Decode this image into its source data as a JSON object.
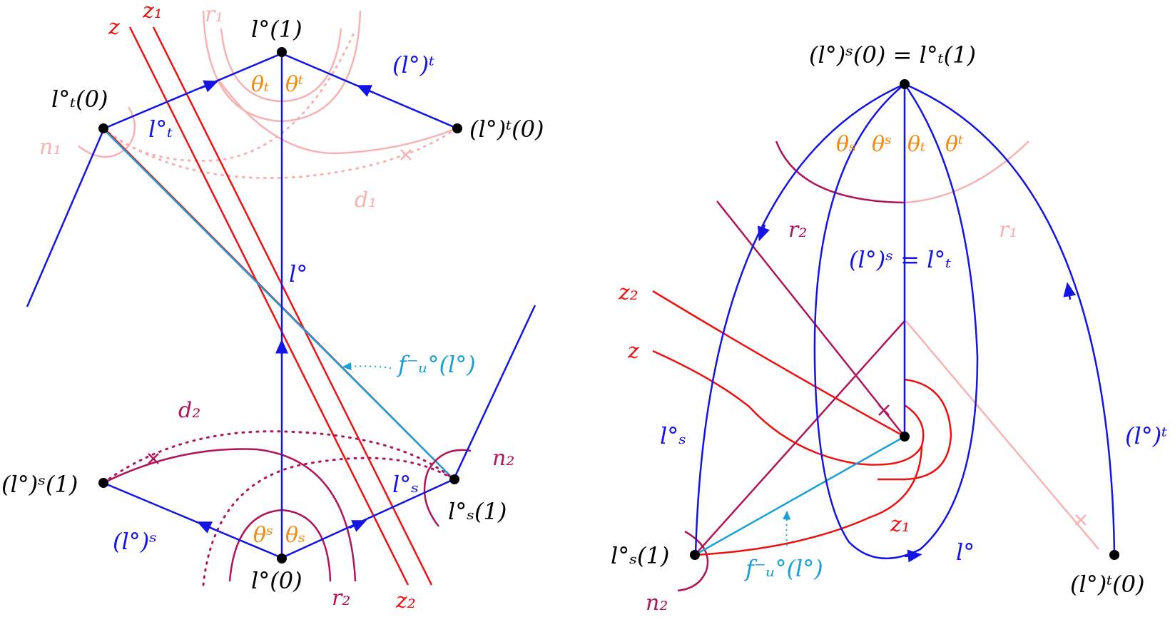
{
  "colors": {
    "blue": "#1414e6",
    "red": "#ee1111",
    "pink": "#f7b3b3",
    "maroon": "#b0155a",
    "cyan": "#1aa0d8",
    "orange": "#f28a0f",
    "black": "#000000"
  },
  "left": {
    "labels": {
      "z1": "z₁",
      "z": "z",
      "r1": "r₁",
      "l1": "l°(1)",
      "lt_sup": "(l°)ᵗ",
      "lt0_sub": "l°ₜ(0)",
      "ltsub": "l°ₜ",
      "n1": "n₁",
      "theta_t": "θₜ",
      "theta_sup_t": "θᵗ",
      "lt0_sup": "(l°)ᵗ(0)",
      "d1": "d₁",
      "lcirc": "l°",
      "f": "f⁻ᵤ°(l°)",
      "d2": "d₂",
      "n2": "n₂",
      "ls1_sup": "(l°)ˢ(1)",
      "ls_sub": "l°ₛ",
      "ls1_sub": "l°ₛ(1)",
      "ls_sup": "(l°)ˢ",
      "theta_sup_s": "θˢ",
      "theta_s": "θₛ",
      "l0": "l°(0)",
      "r2": "r₂",
      "z2": "z₂"
    }
  },
  "right": {
    "labels": {
      "top": "(l°)ˢ(0) = l°ₜ(1)",
      "theta_s": "θₛ",
      "theta_sup_s": "θˢ",
      "theta_t": "θₜ",
      "theta_sup_t": "θᵗ",
      "r2": "r₂",
      "r1": "r₁",
      "mid": "(l°)ˢ = l°ₜ",
      "z2": "z₂",
      "z": "z",
      "ls_sub": "l°ₛ",
      "lt_sup": "(l°)ᵗ",
      "z1": "z₁",
      "ls1_sub": "l°ₛ(1)",
      "f": "f⁻ᵤ°(l°)",
      "lcirc": "l°",
      "n2": "n₂",
      "lt0_sup": "(l°)ᵗ(0)"
    }
  }
}
